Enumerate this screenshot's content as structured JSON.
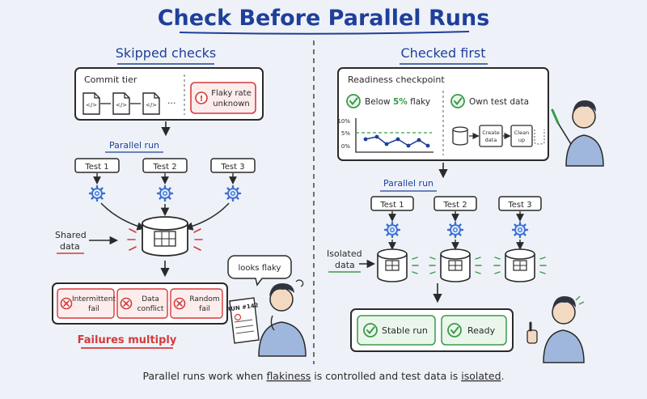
{
  "title": "Check Before Parallel Runs",
  "left": {
    "heading": "Skipped checks",
    "commit_tier": {
      "label": "Commit tier",
      "ellipsis": "···",
      "warning_line1": "Flaky rate",
      "warning_line2": "unknown"
    },
    "parallel_label": "Parallel run",
    "tests": [
      "Test 1",
      "Test 2",
      "Test 3"
    ],
    "shared_data_line1": "Shared",
    "shared_data_line2": "data",
    "failures": [
      {
        "line1": "Intermittent",
        "line2": "fail"
      },
      {
        "line1": "Data",
        "line2": "conflict"
      },
      {
        "line1": "Random",
        "line2": "fail"
      }
    ],
    "outcome": "Failures multiply",
    "speech": "looks flaky",
    "report_label": "RUN #142"
  },
  "right": {
    "heading": "Checked first",
    "checkpoint": {
      "label": "Readiness checkpoint",
      "check1_prefix": "Below ",
      "check1_highlight": "5%",
      "check1_suffix": " flaky",
      "check2": "Own test data",
      "ticks": [
        "10%",
        "5%",
        "0%"
      ],
      "create_line1": "Create",
      "create_line2": "data",
      "clean_line1": "Clean",
      "clean_line2": "up"
    },
    "parallel_label": "Parallel run",
    "tests": [
      "Test 1",
      "Test 2",
      "Test 3"
    ],
    "isolated_line1": "Isolated",
    "isolated_line2": "data",
    "results": [
      "Stable run",
      "Ready"
    ]
  },
  "footer": {
    "part1": "Parallel runs work when ",
    "em1": "flakiness",
    "part2": " is controlled and test data is ",
    "em2": "isolated",
    "part3": "."
  },
  "colors": {
    "ink": "#2a2a2a",
    "blue": "#1f3f9a",
    "red": "#d43a3a",
    "green": "#3a9a4a",
    "gear": "#3a6fd0"
  }
}
